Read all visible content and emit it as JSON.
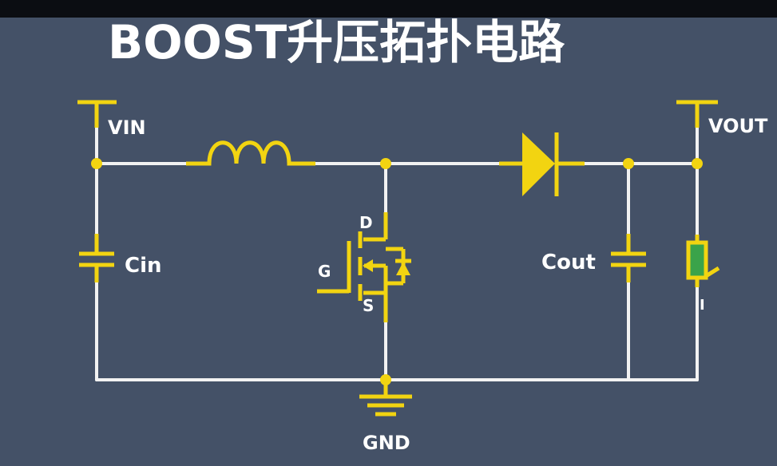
{
  "title": "BOOST升压拓扑电路",
  "colors": {
    "background": "#445167",
    "wire": "#f2f2f2",
    "component": "#f2d411",
    "text": "#ffffff",
    "load_fill": "#3aa34a"
  },
  "labels": {
    "vin": "VIN",
    "vout": "VOUT",
    "cin": "Cin",
    "cout": "Cout",
    "gnd": "GND",
    "mosfet_drain": "D",
    "mosfet_gate": "G",
    "mosfet_source": "S",
    "load_current": "I"
  }
}
